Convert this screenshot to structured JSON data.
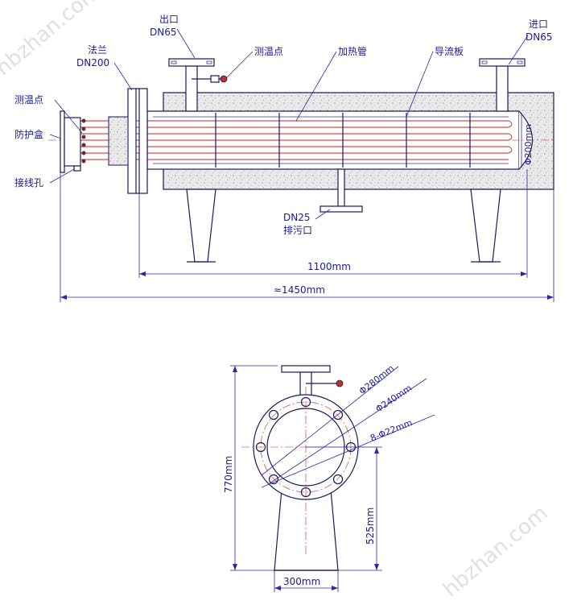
{
  "labels": {
    "outlet": "出口",
    "outlet_dn": "DN65",
    "flange": "法兰",
    "flange_dn": "DN200",
    "temp_point_top": "测温点",
    "heating_tube": "加热管",
    "baffle": "导流板",
    "inlet": "进口",
    "inlet_dn": "DN65",
    "temp_point_left": "测温点",
    "protect_box": "防护盒",
    "wiring_hole": "接线孔",
    "drain_dn": "DN25",
    "drain": "排污口",
    "dia_200": "Φ200mm"
  },
  "dimensions": {
    "length_1100": "1100mm",
    "length_1450": "≈1450mm",
    "dia_280": "Φ280mm",
    "dia_240": "Φ240mm",
    "holes": "8-Φ22mm",
    "height_770": "770mm",
    "height_525": "525mm",
    "width_300": "300mm"
  },
  "watermark": {
    "left": "hbzhan.com",
    "right": "hbzhan.com"
  },
  "colors": {
    "outline": "#1a1a5a",
    "label": "#1a1a9a",
    "accent_red": "#d02020",
    "insulation_fill": "#e6e6e6"
  }
}
